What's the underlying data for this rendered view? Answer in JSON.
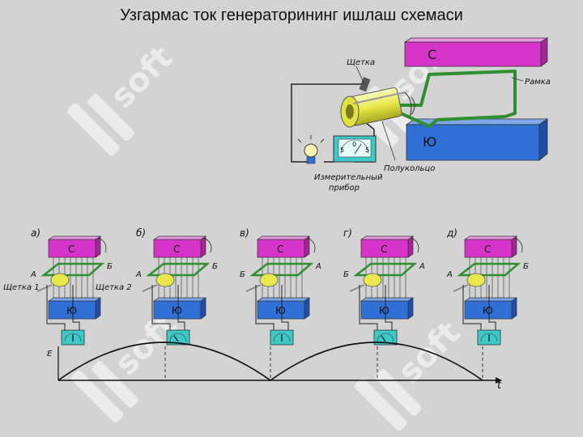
{
  "title": "Узгармас ток генераторининг ишлаш схемаси",
  "colors": {
    "background": "#d3d3d3",
    "magnet_north": "#d633c9",
    "magnet_south": "#2f6fd6",
    "coil": "#2f8f2f",
    "commutator": "#e8e84a",
    "meter": "#3ec9c9",
    "watermark": "#ffffff"
  },
  "top": {
    "labels": {
      "brush": "Щетка",
      "frame": "Рамка",
      "half_ring": "Полукольцо",
      "meter_line1": "Измерительный",
      "meter_line2": "прибор"
    },
    "magnet_top": "С",
    "magnet_bottom": "Ю",
    "meter_scale": {
      "left": "5",
      "center": "0",
      "right": "5"
    }
  },
  "stages": [
    {
      "label": "а)",
      "magnet_top": "С",
      "magnet_bottom": "Ю",
      "side_left": "А",
      "side_right": "Б",
      "brush_left": "Щетка 1",
      "brush_right": "Щетка 2",
      "emf": "Е"
    },
    {
      "label": "б)",
      "magnet_top": "С",
      "magnet_bottom": "Ю",
      "side_left": "А",
      "side_right": "Б"
    },
    {
      "label": "в)",
      "magnet_top": "С",
      "magnet_bottom": "Ю",
      "side_left": "Б",
      "side_right": "А"
    },
    {
      "label": "г)",
      "magnet_top": "С",
      "magnet_bottom": "Ю",
      "side_left": "Б",
      "side_right": "А"
    },
    {
      "label": "д)",
      "magnet_top": "С",
      "magnet_bottom": "Ю",
      "side_left": "А",
      "side_right": "Б"
    }
  ],
  "graph": {
    "axis_label": "t"
  },
  "watermark": "soft"
}
